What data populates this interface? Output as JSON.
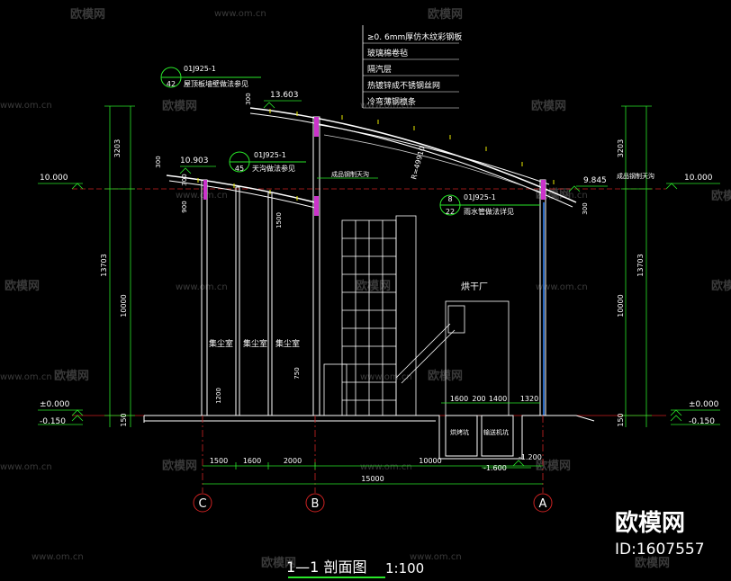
{
  "title": {
    "main": "1—1 剖面图",
    "scale": "1:100"
  },
  "brand": {
    "name": "欧模网",
    "id": "ID:1607557"
  },
  "watermark": {
    "text": "欧模网",
    "url": "www.om.cn"
  },
  "roof_layers": [
    "≥0. 6mm厚仿木纹彩钢板",
    "玻璃棉卷毡",
    "隔汽层",
    "热镀锌成不锈钢丝网",
    "冷弯薄钢檩条"
  ],
  "elevations": {
    "roof_high": "13.603",
    "roof_left": "10.903",
    "roof_right": "9.845",
    "eave_left": "10.000",
    "eave_right": "10.000",
    "floor_left": "±0.000",
    "ground_left": "-0.150",
    "floor_right": "±0.000",
    "ground_right": "-0.150",
    "pit_bottom": "-1.600",
    "pit_step": "-1.200"
  },
  "callouts": [
    {
      "code": "01J925-1",
      "num": "42",
      "text": "屋顶板墙壁做法参见"
    },
    {
      "code": "01J925-1",
      "num": "45",
      "text": "天沟做法参见"
    },
    {
      "code": "01J925-1",
      "num": "22",
      "top": "8",
      "text": "雨水管做法详见"
    }
  ],
  "notes": {
    "gutter_mid": "成品钢制天沟",
    "gutter_right": "成品钢制天沟",
    "radius": "R=49910"
  },
  "rooms": {
    "dust1": "集尘室",
    "dust2": "集尘室",
    "dust3": "集尘室",
    "dryer": "烘干厂",
    "pit1": "烘烤坑",
    "pit2": "输送机坑"
  },
  "dims_bottom": [
    "1500",
    "1600",
    "2000",
    "10000"
  ],
  "dim_total": "15000",
  "dims_pit": [
    "1600",
    "200",
    "1400",
    "1320"
  ],
  "dims_vertical": {
    "left_top": "3203",
    "left_mid": "10000",
    "left_total": "13703",
    "left_base": "150",
    "right_top": "3203",
    "right_mid": "10000",
    "right_total": "13703",
    "right_base": "150",
    "c1": "900",
    "c2": "300",
    "c3": "300",
    "c4": "1500",
    "c5": "750",
    "c6": "1200",
    "c7": "300",
    "c8": "300"
  },
  "axes": [
    "C",
    "B",
    "A"
  ]
}
